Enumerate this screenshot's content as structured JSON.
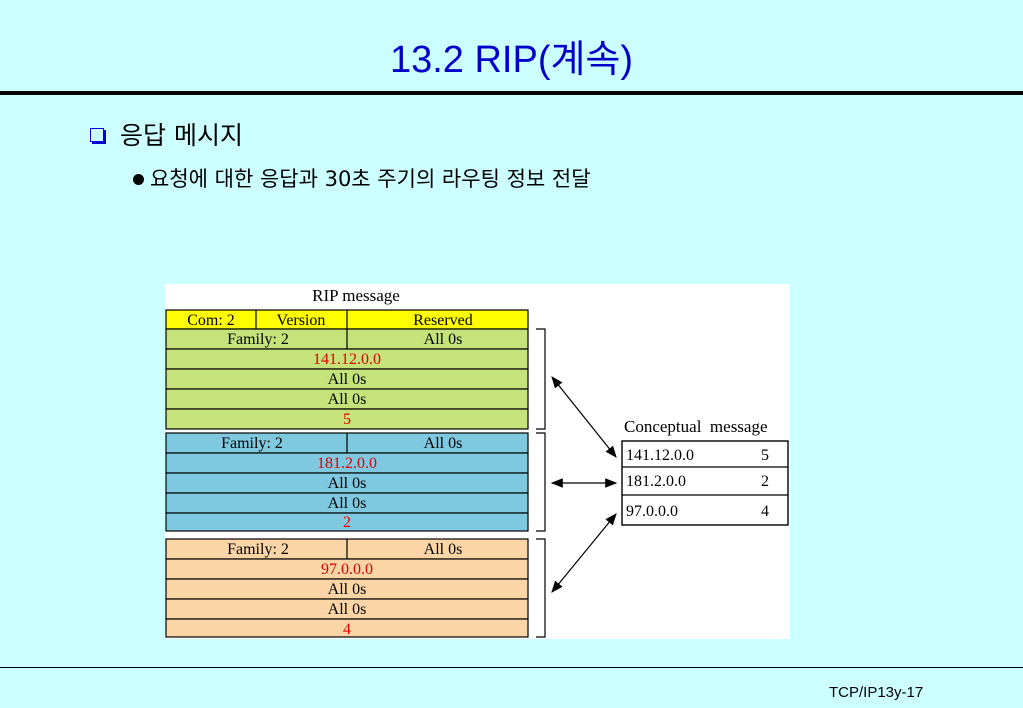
{
  "title": "13.2 RIP(계속)",
  "bullets": {
    "level1": "응답 메시지",
    "level2": "요청에 대한 응답과 30초 주기의 라우팅 정보 전달"
  },
  "diagram": {
    "rip_caption": "RIP message",
    "header": {
      "com": "Com: 2",
      "version": "Version",
      "reserved": "Reserved"
    },
    "groups": [
      {
        "family": "Family: 2",
        "family_zeros": "All 0s",
        "address": "141.12.0.0",
        "zeros1": "All 0s",
        "zeros2": "All 0s",
        "metric": "5"
      },
      {
        "family": "Family: 2",
        "family_zeros": "All 0s",
        "address": "181.2.0.0",
        "zeros1": "All 0s",
        "zeros2": "All 0s",
        "metric": "2"
      },
      {
        "family": "Family: 2",
        "family_zeros": "All 0s",
        "address": "97.0.0.0",
        "zeros1": "All 0s",
        "zeros2": "All 0s",
        "metric": "4"
      }
    ],
    "conceptual_caption": "Conceptual  message",
    "conceptual_rows": [
      {
        "network": "141.12.0.0",
        "metric": "5"
      },
      {
        "network": "181.2.0.0",
        "metric": "2"
      },
      {
        "network": "97.0.0.0",
        "metric": "4"
      }
    ],
    "colors": {
      "header": "#ffff00",
      "group1": "#c5e37a",
      "group2": "#7ec8e0",
      "group3": "#fcd5a6",
      "red_text": "#e00000"
    }
  },
  "footer": "TCP/IP13y-17"
}
